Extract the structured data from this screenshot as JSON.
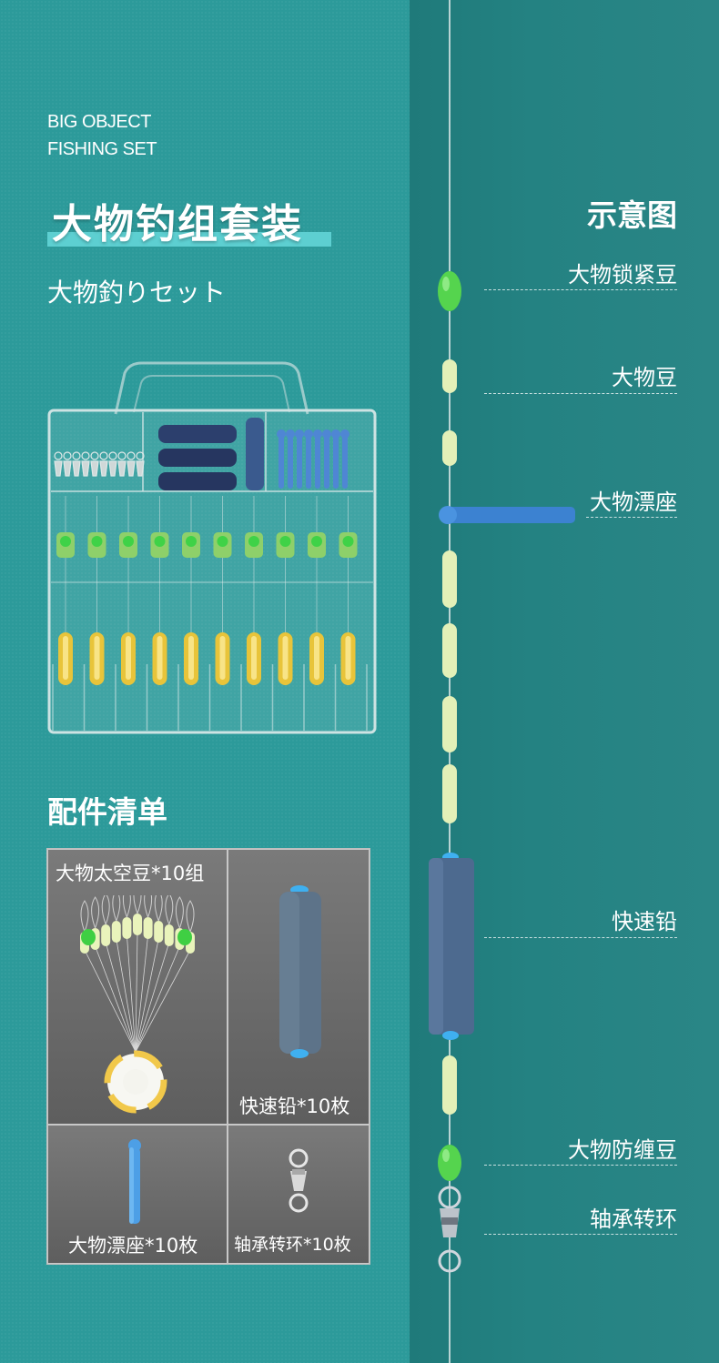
{
  "header": {
    "en_line1": "BIG OBJECT",
    "en_line2": "FISHING SET",
    "title": "大物钓组套装",
    "japanese": "大物釣りセット"
  },
  "accessories": {
    "title": "配件清单",
    "items": [
      {
        "label": "大物太空豆*10组"
      },
      {
        "label": "快速铅*10枚"
      },
      {
        "label": "大物漂座*10枚"
      },
      {
        "label": "轴承转环*10枚"
      }
    ]
  },
  "diagram": {
    "title": "示意图",
    "labels": [
      "大物锁紧豆",
      "大物豆",
      "大物漂座",
      "快速铅",
      "大物防缠豆",
      "轴承转环"
    ]
  },
  "colors": {
    "left_bg": "#2c9a9a",
    "right_bg": "#248282",
    "accent_bar": "#5dcfd1",
    "green_bead": "#5fd65a",
    "glow_bead": "#e5f3bd",
    "blue": "#3f8fd8",
    "sinker": "#4d6a8f"
  }
}
